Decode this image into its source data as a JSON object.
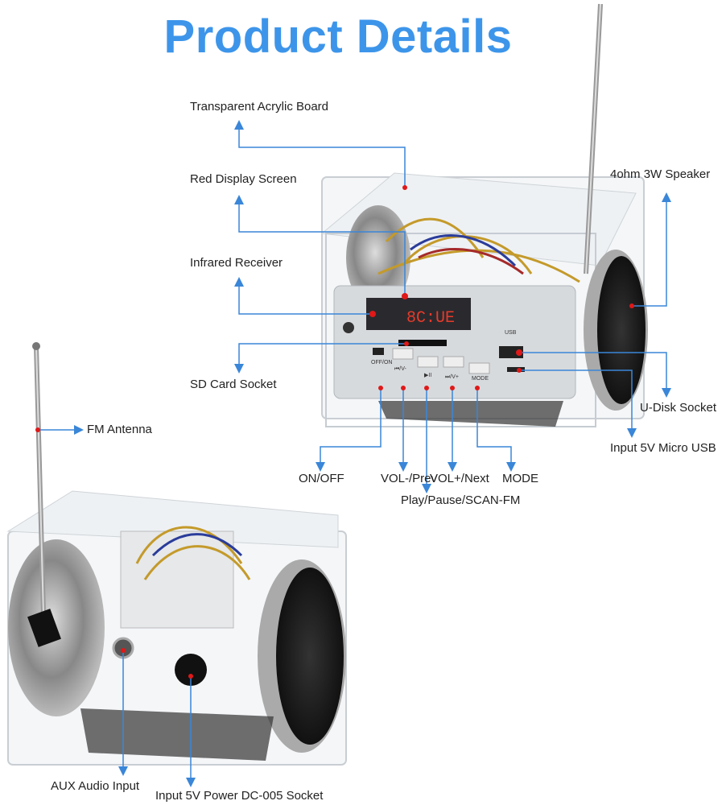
{
  "title": "Product Details",
  "labels": {
    "acrylic": "Transparent Acrylic Board",
    "display": "Red Display Screen",
    "infrared": "Infrared Receiver",
    "sd": "SD Card Socket",
    "speaker": "4ohm 3W Speaker",
    "udisk": "U-Disk Socket",
    "microusb": "Input 5V Micro USB",
    "onoff": "ON/OFF",
    "volprev": "VOL-/Prev",
    "volnext": "VOL+/Next",
    "mode": "MODE",
    "play": "Play/Pause/SCAN-FM",
    "antenna": "FM Antenna",
    "aux": "AUX Audio Input",
    "dc": "Input 5V Power DC-005 Socket"
  },
  "panel": {
    "display_text": "8C:UE",
    "offon": "OFF/ON",
    "prev": "⏮/V-",
    "play": "▶II",
    "next": "⏭/V+",
    "mode": "MODE",
    "usb": "USB"
  },
  "colors": {
    "accent": "#3d95ea",
    "line": "#3a86d8",
    "dot": "#e01818"
  }
}
